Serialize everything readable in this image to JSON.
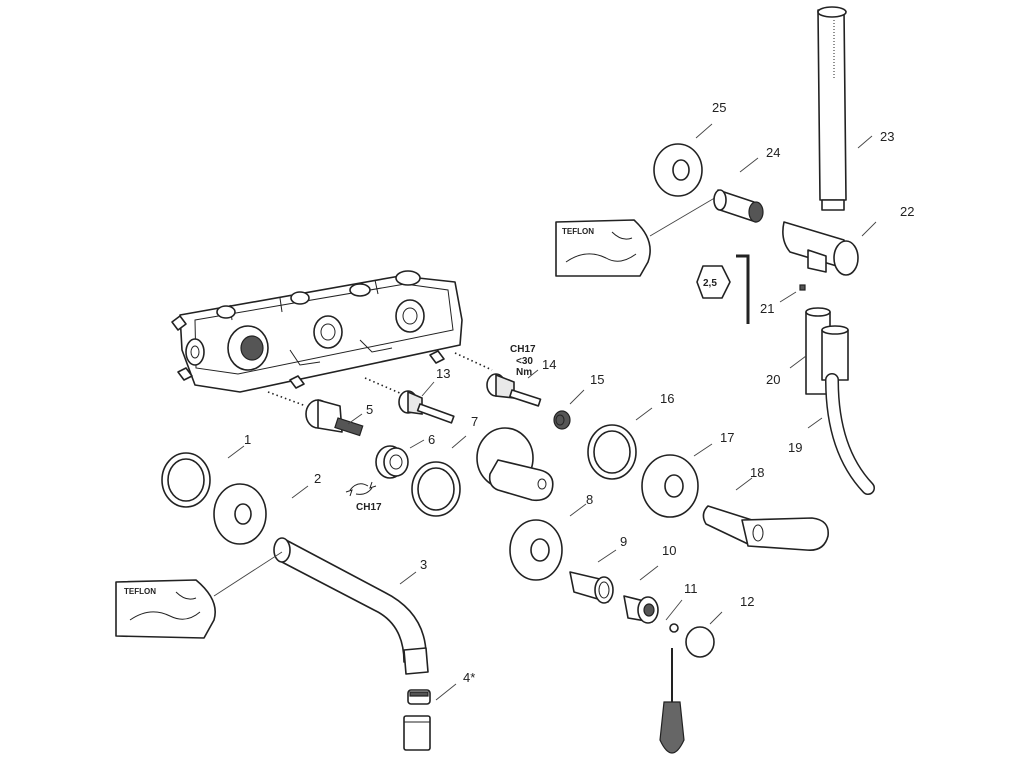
{
  "labels": {
    "p1": "1",
    "p2": "2",
    "p3": "3",
    "p4": "4*",
    "p5": "5",
    "p6": "6",
    "p7": "7",
    "p8": "8",
    "p9": "9",
    "p10": "10",
    "p11": "11",
    "p12": "12",
    "p13": "13",
    "p14": "14",
    "p15": "15",
    "p16": "16",
    "p17": "17",
    "p18": "18",
    "p19": "19",
    "p20": "20",
    "p21": "21",
    "p22": "22",
    "p23": "23",
    "p24": "24",
    "p25": "25"
  },
  "annotations": {
    "teflon": "TEFLON",
    "ch17": "CH17",
    "torque_line1": "CH17",
    "torque_line2": "<30",
    "torque_line3": "Nm",
    "hex_key": "2,5"
  }
}
